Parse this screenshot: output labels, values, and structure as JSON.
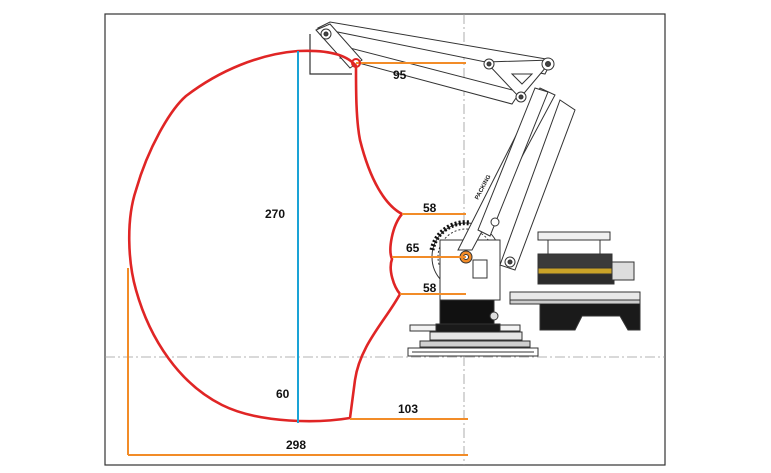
{
  "diagram": {
    "brand": "PACKING",
    "dimensions": {
      "reach_top": "95",
      "height_total": "270",
      "inner_upper": "58",
      "inner_mid": "65",
      "inner_lower": "58",
      "height_lower": "60",
      "reach_bottom": "103",
      "reach_max": "298"
    },
    "colors": {
      "workspace": "#e02525",
      "vertical_dim": "#1aa3d6",
      "horizontal_dim": "#f28c28",
      "robot_line": "#333333",
      "centerline": "#9a9a9a",
      "frame": "#333333"
    }
  }
}
